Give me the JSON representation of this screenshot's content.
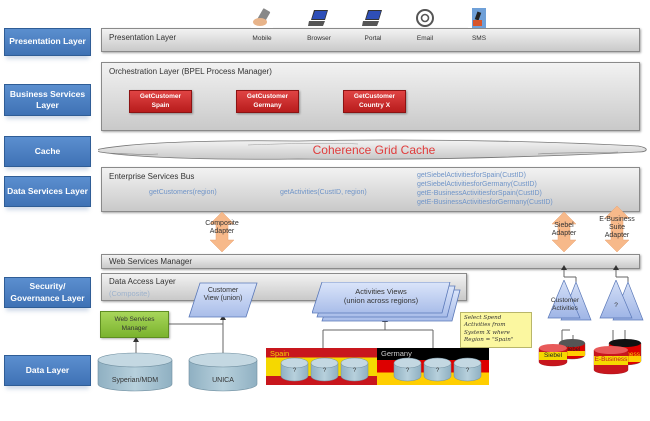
{
  "layer_labels": [
    {
      "id": "presentation",
      "label": "Presentation Layer"
    },
    {
      "id": "business",
      "label": "Business Services Layer"
    },
    {
      "id": "cache",
      "label": "Cache"
    },
    {
      "id": "data-services",
      "label": "Data Services Layer"
    },
    {
      "id": "security",
      "label": "Security/ Governance Layer"
    },
    {
      "id": "data",
      "label": "Data Layer"
    }
  ],
  "presentation_panel": {
    "title": "Presentation Layer",
    "channels": [
      {
        "icon": "mobile-phone-icon",
        "label": "Mobile"
      },
      {
        "icon": "laptop-icon",
        "label": "Browser"
      },
      {
        "icon": "laptop-icon",
        "label": "Portal"
      },
      {
        "icon": "email-at-icon",
        "label": "Email"
      },
      {
        "icon": "sms-icon",
        "label": "SMS"
      }
    ]
  },
  "orchestration_panel": {
    "title": "Orchestration Layer (BPEL Process Manager)",
    "services": [
      {
        "line1": "GetCustomer",
        "line2": "Spain"
      },
      {
        "line1": "GetCustomer",
        "line2": "Germany"
      },
      {
        "line1": "GetCustomer",
        "line2": "Country X"
      }
    ]
  },
  "cache": {
    "label": "Coherence Grid Cache",
    "label_color": "#e03c3c"
  },
  "esb_panel": {
    "title": "Enterprise Services Bus",
    "operations": [
      "getCustomers(region)",
      "getActivities(CustID, region)"
    ],
    "backend_operations": [
      "getSiebelActivitiesforSpain(CustID)",
      "getSiebelActivitiesforGermany(CustID)",
      "getE-BusinessActivitiesforSpain(CustID)",
      "getE-BusinessActivitiesforGermany(CustID)"
    ]
  },
  "adapters": {
    "composite": "Composite Adapter",
    "siebel": "Siebel Adapter",
    "ebusiness": "E-Business Suite Adapter"
  },
  "wsm_panel": {
    "title": "Web Services Manager"
  },
  "dal_panel": {
    "title": "Data Access Layer",
    "subtitle": "(Composite)"
  },
  "customer_view": {
    "label": "Customer View (union)"
  },
  "activities_views": {
    "line1": "Activities Views",
    "line2": "(union across regions)"
  },
  "ws_manager_box": {
    "label": "Web Services Manager"
  },
  "note": {
    "lines": [
      "Select Spend",
      "Activities from",
      "System X where",
      "Region = \"Spain\""
    ]
  },
  "databases": {
    "syperian": "Syperian/MDM",
    "unica": "UNICA",
    "region_spain": "Spain",
    "region_germany": "Germany",
    "unknown_db": "?",
    "customer_activities": "Customer Activities",
    "unknown_triangle": "?",
    "siebel": "Siebel",
    "siebel_de": "Siebel",
    "ebusiness": "E-Business",
    "ebusiness_de": "ness"
  },
  "colors": {
    "layer_blue": "#4a7fc1",
    "service_red": "#c92a2a",
    "adapter_orange": "#f7b98a",
    "ws_green": "#8cc63e",
    "view_blue": "#b5c8ef",
    "note_yellow": "#fbf7a0",
    "db_cyl": "#9fbccb"
  }
}
